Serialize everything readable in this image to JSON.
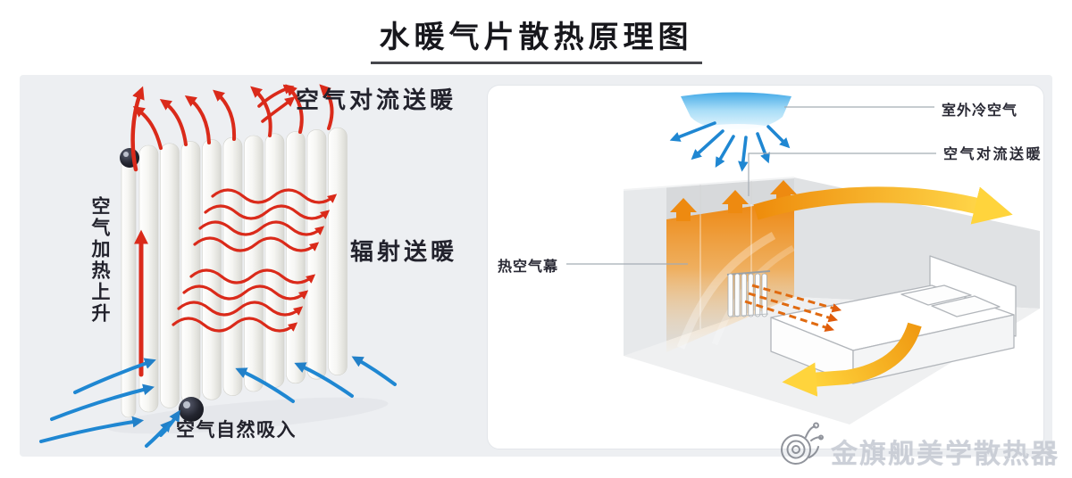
{
  "title": "水暖气片散热原理图",
  "left_panel": {
    "labels": {
      "convection_heating": "空气对流送暖",
      "air_heated_rising": "空气加热上升",
      "radiant_heating": "辐射送暖",
      "natural_air_intake": "空气自然吸入"
    }
  },
  "right_panel": {
    "labels": {
      "outdoor_cold_air": "室外冷空气",
      "convection_heating": "空气对流送暖",
      "hot_air_curtain": "热空气幕"
    }
  },
  "watermark": {
    "brand_text": "金旗舰美学散热器",
    "logo_icon": "snail-doodle"
  },
  "colors": {
    "hot_flow_red": "#da2a1a",
    "cold_flow_blue": "#1f87d2",
    "warm_air_orange": "#ee8c0c",
    "warm_air_yellow": "#ffd43c",
    "backdrop_gray": "#edeff2",
    "label_text": "#22222c"
  }
}
